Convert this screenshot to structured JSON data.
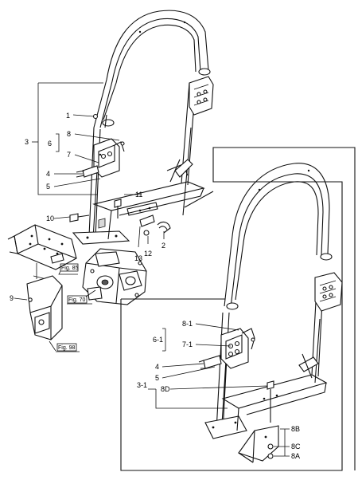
{
  "callouts": {
    "c1": "1",
    "c3": "3",
    "c6": "6",
    "c8": "8",
    "c7": "7",
    "c4": "4",
    "c5": "5",
    "c11": "11",
    "c10": "10",
    "c12": "12",
    "c13": "13",
    "c2": "2",
    "c9": "9",
    "c3_1": "3-1",
    "c6_1": "6-1",
    "c8_1": "8-1",
    "c7_1": "7-1",
    "c4b": "4",
    "c5b": "5",
    "c8D": "8D",
    "c8B": "8B",
    "c8C": "8C",
    "c8A": "8A"
  },
  "figure_refs": {
    "fig85": "Fig. 85",
    "fig70": "Fig. 70",
    "fig98": "Fig. 98"
  }
}
